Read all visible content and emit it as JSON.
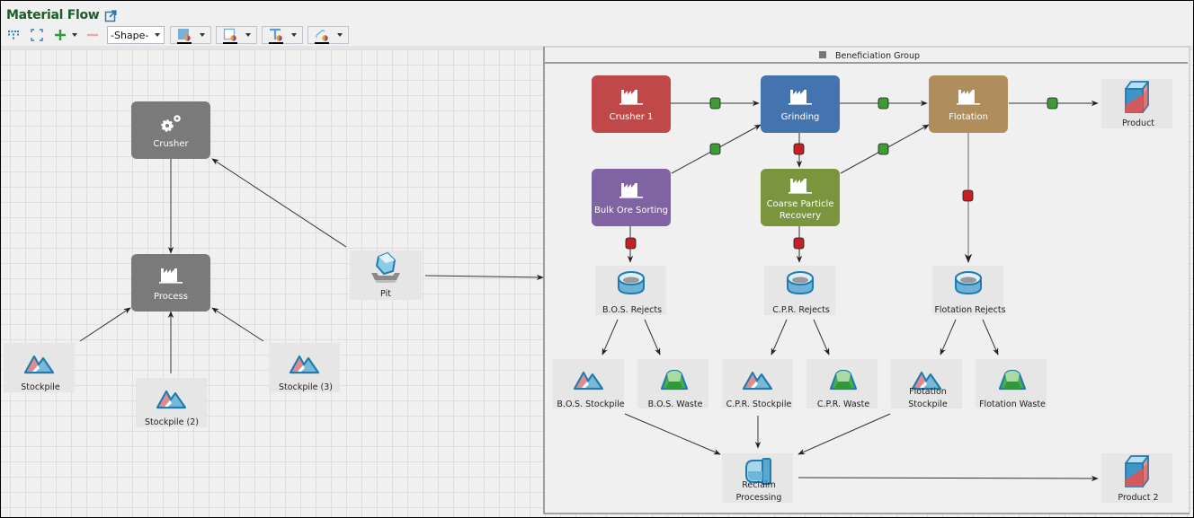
{
  "header": {
    "title": "Material Flow",
    "open_external_icon": "open-external-icon"
  },
  "toolbar": {
    "layout_icon": "hierarchy-layout-icon",
    "fit_icon": "fit-to-screen-icon",
    "add_icon": "plus-icon",
    "remove_icon": "minus-icon",
    "shape_select": {
      "value": "-Shape-"
    },
    "fill_color_icon": "fill-color-icon",
    "border_color_icon": "border-color-icon",
    "text_color_icon": "text-color-icon",
    "link_color_icon": "link-color-icon",
    "colors": {
      "fill": "#7bafd4",
      "line": "#000000"
    }
  },
  "group": {
    "title": "Beneficiation Group",
    "icon": "group-square-icon"
  },
  "colors": {
    "process_gray": "#7a7a7a",
    "crusher1": "#c14848",
    "grinding": "#4474b0",
    "flotation": "#b08d5c",
    "bulk_ore_sorting": "#8063a3",
    "cpr": "#7a953d",
    "connector_green": "#3e9b35",
    "connector_red": "#c42028",
    "grid_line": "#d6d6d6",
    "canvas_bg": "#f0f0f0"
  },
  "nodes": {
    "crusher": {
      "label": "Crusher",
      "icon": "gears-icon"
    },
    "process": {
      "label": "Process",
      "icon": "factory-icon"
    },
    "pit": {
      "label": "Pit",
      "icon": "pit-icon"
    },
    "stockpile1": {
      "label": "Stockpile",
      "icon": "stockpile-icon"
    },
    "stockpile2": {
      "label": "Stockpile (2)",
      "icon": "stockpile-icon"
    },
    "stockpile3": {
      "label": "Stockpile (3)",
      "icon": "stockpile-icon"
    },
    "crusher1": {
      "label": "Crusher 1",
      "icon": "factory-icon"
    },
    "grinding": {
      "label": "Grinding",
      "icon": "factory-icon"
    },
    "flotation": {
      "label": "Flotation",
      "icon": "factory-icon"
    },
    "product": {
      "label": "Product",
      "icon": "product-cube-icon"
    },
    "bos": {
      "label": "Bulk Ore Sorting",
      "icon": "factory-icon"
    },
    "cpr": {
      "label_line1": "Coarse Particle",
      "label_line2": "Recovery",
      "icon": "factory-icon"
    },
    "bos_rejects": {
      "label": "B.O.S. Rejects",
      "icon": "bin-icon"
    },
    "cpr_rejects": {
      "label": "C.P.R. Rejects",
      "icon": "bin-icon"
    },
    "flotation_rejects": {
      "label": "Flotation Rejects",
      "icon": "bin-icon"
    },
    "bos_stockpile": {
      "label": "B.O.S. Stockpile",
      "icon": "stockpile-icon"
    },
    "bos_waste": {
      "label": "B.O.S. Waste",
      "icon": "waste-dump-icon"
    },
    "cpr_stockpile": {
      "label": "C.P.R. Stockpile",
      "icon": "stockpile-icon"
    },
    "cpr_waste": {
      "label": "C.P.R. Waste",
      "icon": "waste-dump-icon"
    },
    "flotation_stockpile": {
      "label_line1": "Flotation",
      "label_line2": "Stockpile",
      "icon": "stockpile-icon"
    },
    "flotation_waste": {
      "label": "Flotation Waste",
      "icon": "waste-dump-icon"
    },
    "reclaim": {
      "label_line1": "Reclaim",
      "label_line2": "Processing",
      "icon": "reclaim-icon"
    },
    "product2": {
      "label": "Product 2",
      "icon": "product-cube-icon"
    }
  },
  "edges": [
    {
      "from": "Crusher",
      "to": "Process",
      "status": "none"
    },
    {
      "from": "Pit",
      "to": "Crusher",
      "status": "none"
    },
    {
      "from": "Pit",
      "to": "Beneficiation Group",
      "status": "none"
    },
    {
      "from": "Stockpile",
      "to": "Process",
      "status": "none"
    },
    {
      "from": "Stockpile (2)",
      "to": "Process",
      "status": "none"
    },
    {
      "from": "Stockpile (3)",
      "to": "Process",
      "status": "none"
    },
    {
      "from": "Crusher 1",
      "to": "Grinding",
      "status": "ok"
    },
    {
      "from": "Grinding",
      "to": "Flotation",
      "status": "ok"
    },
    {
      "from": "Flotation",
      "to": "Product",
      "status": "ok"
    },
    {
      "from": "Bulk Ore Sorting",
      "to": "Grinding",
      "status": "ok"
    },
    {
      "from": "Grinding",
      "to": "Coarse Particle Recovery",
      "status": "error"
    },
    {
      "from": "Coarse Particle Recovery",
      "to": "Flotation",
      "status": "ok"
    },
    {
      "from": "Bulk Ore Sorting",
      "to": "B.O.S. Rejects",
      "status": "error"
    },
    {
      "from": "Coarse Particle Recovery",
      "to": "C.P.R. Rejects",
      "status": "error"
    },
    {
      "from": "Flotation",
      "to": "Flotation Rejects",
      "status": "error"
    },
    {
      "from": "B.O.S. Rejects",
      "to": "B.O.S. Stockpile",
      "status": "none"
    },
    {
      "from": "B.O.S. Rejects",
      "to": "B.O.S. Waste",
      "status": "none"
    },
    {
      "from": "C.P.R. Rejects",
      "to": "C.P.R. Stockpile",
      "status": "none"
    },
    {
      "from": "C.P.R. Rejects",
      "to": "C.P.R. Waste",
      "status": "none"
    },
    {
      "from": "Flotation Rejects",
      "to": "Flotation Stockpile",
      "status": "none"
    },
    {
      "from": "Flotation Rejects",
      "to": "Flotation Waste",
      "status": "none"
    },
    {
      "from": "B.O.S. Stockpile",
      "to": "Reclaim Processing",
      "status": "none"
    },
    {
      "from": "C.P.R. Stockpile",
      "to": "Reclaim Processing",
      "status": "none"
    },
    {
      "from": "Flotation Stockpile",
      "to": "Reclaim Processing",
      "status": "none"
    },
    {
      "from": "Reclaim Processing",
      "to": "Product 2",
      "status": "none"
    }
  ]
}
